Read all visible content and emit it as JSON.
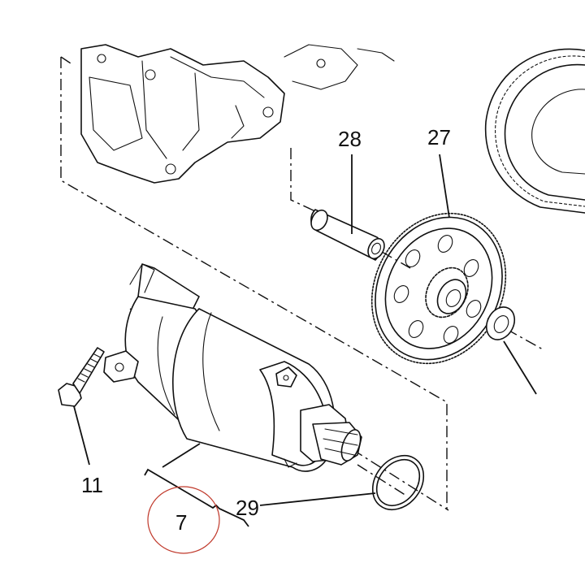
{
  "callouts": {
    "c28": "28",
    "c27": "27",
    "c11": "11",
    "c7": "7",
    "c29": "29"
  },
  "colors": {
    "line": "#111111",
    "annotation_circle": "#c0392b"
  }
}
